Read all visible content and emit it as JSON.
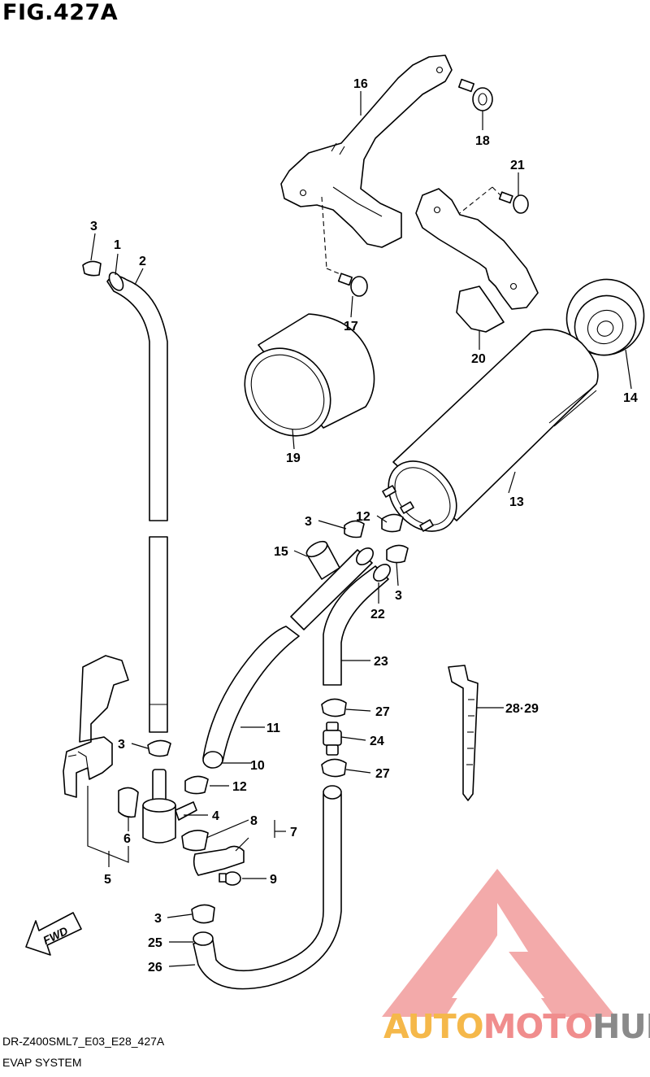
{
  "figure": {
    "title": "FIG.427A",
    "model_code": "DR-Z400SML7_E03_E28_427A",
    "section_name": "EVAP SYSTEM",
    "fwd_arrow_text": "FWD"
  },
  "callouts": [
    {
      "id": "c1",
      "text": "1"
    },
    {
      "id": "c2",
      "text": "2"
    },
    {
      "id": "c3a",
      "text": "3"
    },
    {
      "id": "c3b",
      "text": "3"
    },
    {
      "id": "c3c",
      "text": "3"
    },
    {
      "id": "c3d",
      "text": "3"
    },
    {
      "id": "c3e",
      "text": "3"
    },
    {
      "id": "c4",
      "text": "4"
    },
    {
      "id": "c5",
      "text": "5"
    },
    {
      "id": "c6",
      "text": "6"
    },
    {
      "id": "c7",
      "text": "7"
    },
    {
      "id": "c8",
      "text": "8"
    },
    {
      "id": "c9",
      "text": "9"
    },
    {
      "id": "c10",
      "text": "10"
    },
    {
      "id": "c11",
      "text": "11"
    },
    {
      "id": "c12a",
      "text": "12"
    },
    {
      "id": "c12b",
      "text": "12"
    },
    {
      "id": "c13",
      "text": "13"
    },
    {
      "id": "c14",
      "text": "14"
    },
    {
      "id": "c15",
      "text": "15"
    },
    {
      "id": "c16",
      "text": "16"
    },
    {
      "id": "c17",
      "text": "17"
    },
    {
      "id": "c18",
      "text": "18"
    },
    {
      "id": "c19",
      "text": "19"
    },
    {
      "id": "c20",
      "text": "20"
    },
    {
      "id": "c21",
      "text": "21"
    },
    {
      "id": "c22",
      "text": "22"
    },
    {
      "id": "c23",
      "text": "23"
    },
    {
      "id": "c24",
      "text": "24"
    },
    {
      "id": "c25",
      "text": "25"
    },
    {
      "id": "c26",
      "text": "26"
    },
    {
      "id": "c27a",
      "text": "27"
    },
    {
      "id": "c27b",
      "text": "27"
    },
    {
      "id": "c2829",
      "text": "28·29"
    }
  ],
  "watermark": {
    "part1": "AUTO",
    "part2": "MOTO",
    "part3": "HUB",
    "colors": {
      "part1": "#f5b84a",
      "part2": "#f08d8d",
      "part3": "#8a8a8a",
      "triangle": "#ef8e8e"
    }
  }
}
